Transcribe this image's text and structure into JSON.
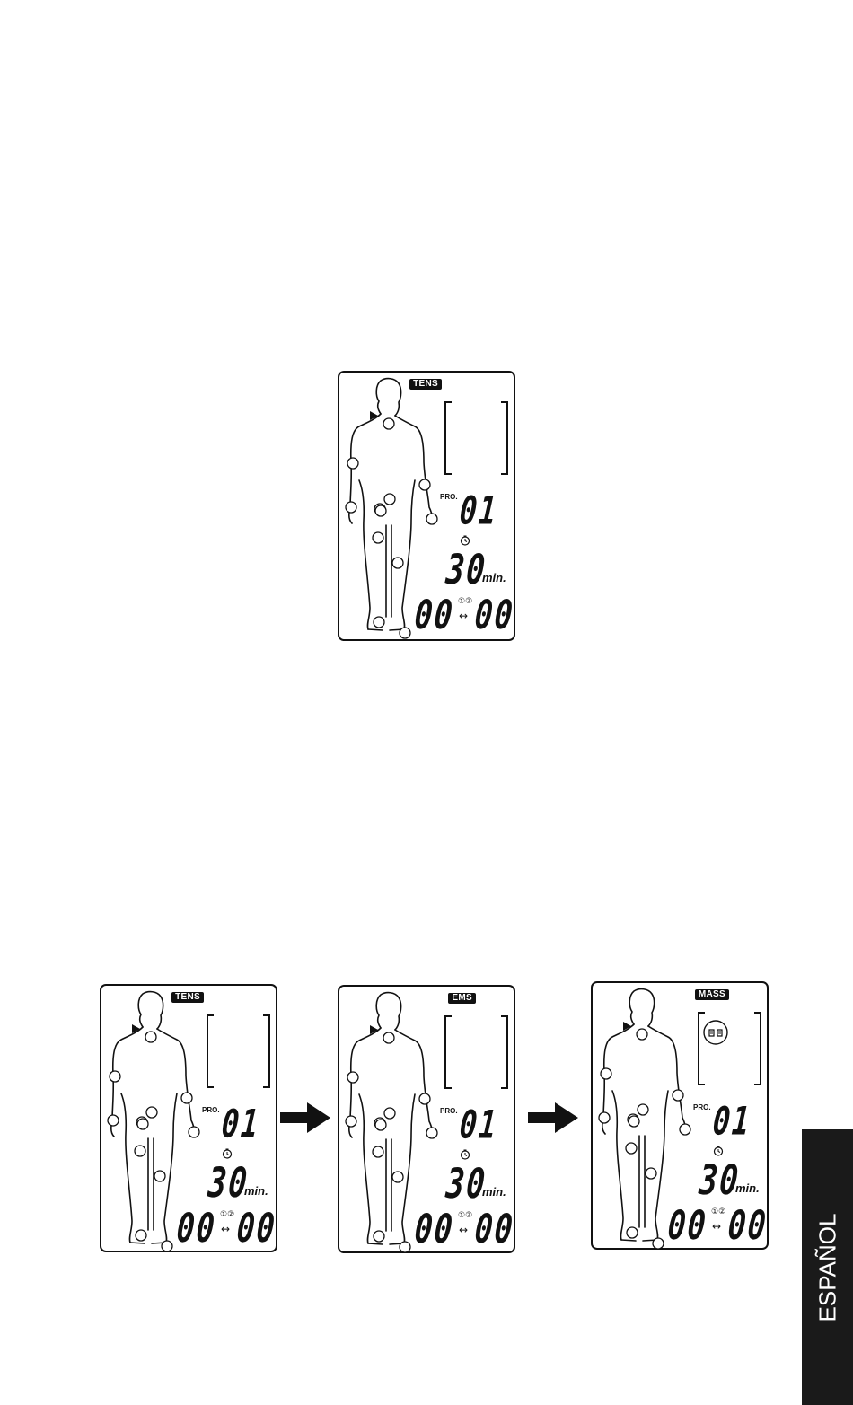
{
  "displays": [
    {
      "mode": "TENS",
      "pro_label": "PRO.",
      "program": "01",
      "timer": "30",
      "unit": "min.",
      "ch1": "00",
      "ch2": "00",
      "channels": "①②",
      "arrow": "↔"
    },
    {
      "mode": "TENS",
      "pro_label": "PRO.",
      "program": "01",
      "timer": "30",
      "unit": "min.",
      "ch1": "00",
      "ch2": "00",
      "channels": "①②",
      "arrow": "↔"
    },
    {
      "mode": "EMS",
      "pro_label": "PRO.",
      "program": "01",
      "timer": "30",
      "unit": "min.",
      "ch1": "00",
      "ch2": "00",
      "channels": "①②",
      "arrow": "↔"
    },
    {
      "mode": "MASS",
      "pro_label": "PRO.",
      "program": "01",
      "timer": "30",
      "unit": "min.",
      "ch1": "00",
      "ch2": "00",
      "channels": "①②",
      "arrow": "↔"
    }
  ],
  "language_tab": "ESPAÑOL",
  "icons": {
    "timer": "timer-icon",
    "flow": "arrow-right-icon",
    "massage": "massage-hands-icon"
  }
}
